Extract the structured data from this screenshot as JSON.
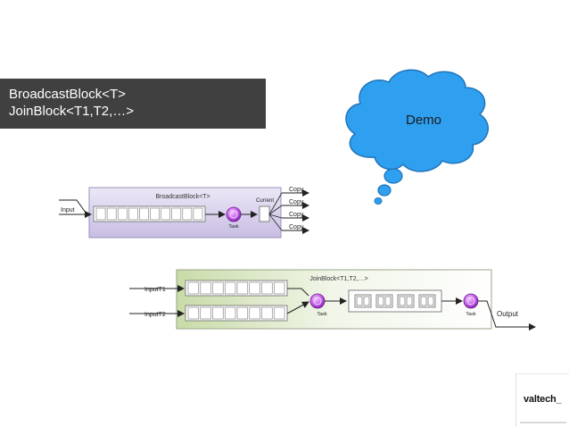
{
  "slide": {
    "title_lines": [
      "BroadcastBlock<T>",
      "JoinBlock<T1,T2,…>"
    ],
    "cloud_label": "Demo",
    "logo_text": "valtech_"
  },
  "broadcast": {
    "title": "BroadcastBlock<T>",
    "input_label": "Input",
    "current_label": "Current",
    "task_label": "Task",
    "outputs": [
      "Copy",
      "Copy",
      "Copy",
      "Copy"
    ],
    "queue_cells": 10
  },
  "join": {
    "title": "JoinBlock<T1,T2,…>",
    "inputs": [
      "InputT1",
      "InputT2"
    ],
    "task_label_left": "Task",
    "task_label_right": "Task",
    "output_label": "Output",
    "queue_cells": 8,
    "tuple_count": 4
  },
  "colors": {
    "title_bg": "#404040",
    "cloud_fill": "#2f9ff0",
    "broadcast_bg": "#d9d2ec",
    "join_bg": "#e6efd6",
    "task_purple": "#b24dd8"
  }
}
